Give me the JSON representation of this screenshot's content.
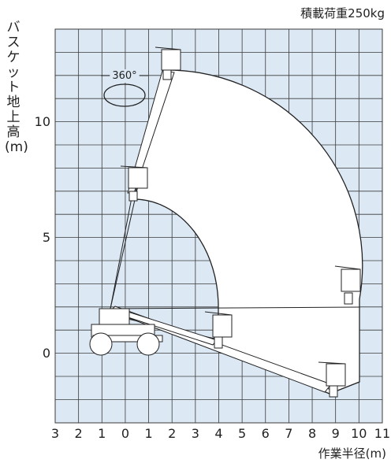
{
  "load_label": "積載荷重250kg",
  "y_axis": {
    "label_chars": [
      "バ",
      "ス",
      "ケ",
      "ッ",
      "ト",
      "地",
      "上",
      "高"
    ],
    "unit": "(m)",
    "ticks": [
      "0",
      "5",
      "10"
    ]
  },
  "x_axis": {
    "label": "作業半径(m)",
    "ticks": [
      "3",
      "2",
      "1",
      "0",
      "1",
      "2",
      "3",
      "4",
      "5",
      "6",
      "7",
      "8",
      "9",
      "10",
      "11"
    ]
  },
  "rotation_label": "360°",
  "colors": {
    "grid_fill": "#dce9f5",
    "grid_line": "#3a3a3a",
    "envelope_fill": "#ffffff",
    "outline": "#222222"
  }
}
